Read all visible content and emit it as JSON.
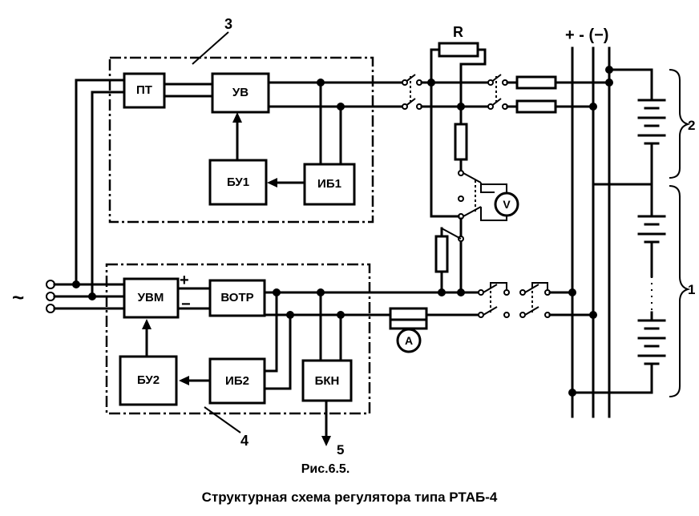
{
  "blocks": {
    "pt": "ПТ",
    "uv": "УВ",
    "bu1": "БУ1",
    "ib1": "ИБ1",
    "uvm": "УВМ",
    "votr": "ВОТР",
    "bu2": "БУ2",
    "ib2": "ИБ2",
    "bkn": "БКН"
  },
  "labels": {
    "group3": "3",
    "group4": "4",
    "output5": "5",
    "battery1": "1",
    "battery2": "2",
    "resistor": "R",
    "voltmeter": "V",
    "ammeter": "A",
    "ac_symbol": "~",
    "bus_polarity": "+ - (−)",
    "uvm_plus": "+",
    "uvm_minus": "−"
  },
  "caption": {
    "figure": "Рис.6.5.",
    "title": "Структурная схема регулятора типа РТАБ-4"
  }
}
